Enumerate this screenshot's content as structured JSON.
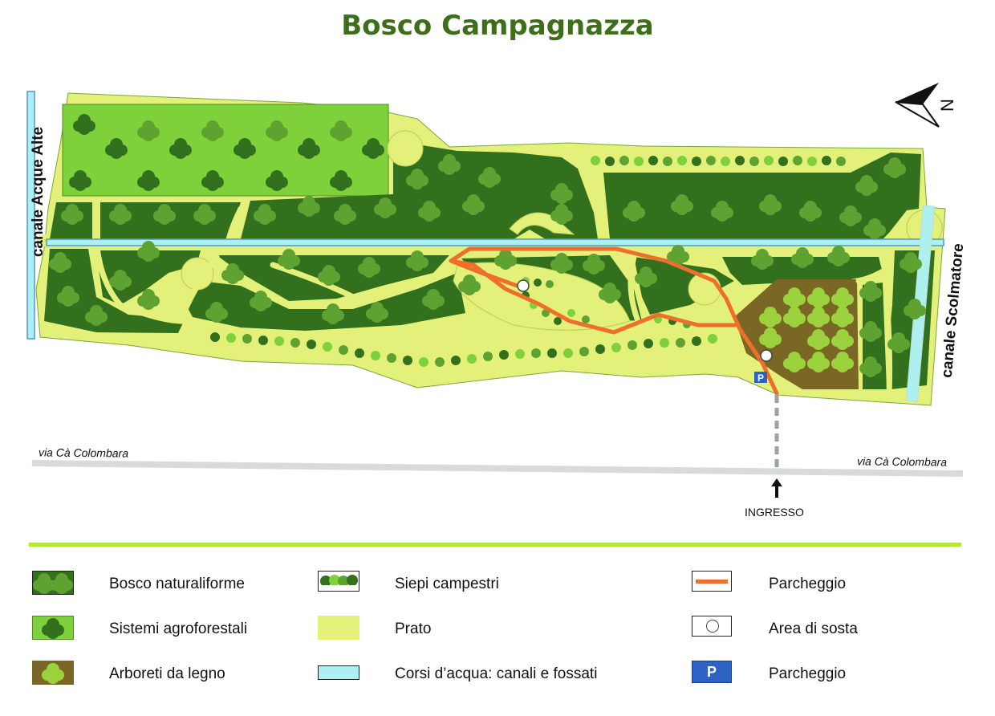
{
  "title": "Bosco Campagnazza",
  "labels": {
    "canal_west": "canale Acque Alte",
    "canal_east": "canale Scolmatore",
    "road_left": "via Cà Colombara",
    "road_right": "via Cà Colombara",
    "entrance": "INGRESSO",
    "north": "N",
    "parking_symbol": "P"
  },
  "colors": {
    "bosco_naturaliforme": "#33701d",
    "sistemi_agroforestali": "#7ed13a",
    "arboreti_da_legno": "#7a6726",
    "prato": "#e3f07a",
    "corsi_acqua": "#aef0f0",
    "percorso": "#ee6f2c",
    "parcheggio": "#2b62c4"
  },
  "legend": [
    {
      "label": "Bosco naturaliforme",
      "symbol": "forest-swatch"
    },
    {
      "label": "Sistemi agroforestali",
      "symbol": "agroforestry-swatch"
    },
    {
      "label": "Arboreti da legno",
      "symbol": "timber-swatch"
    },
    {
      "label": "Siepi campestri",
      "symbol": "hedge-swatch"
    },
    {
      "label": "Prato",
      "symbol": "meadow-swatch"
    },
    {
      "label": "Corsi d’acqua: canali e fossati",
      "symbol": "water-swatch"
    },
    {
      "label": "Parcheggio",
      "symbol": "path-line-swatch"
    },
    {
      "label": "Area di sosta",
      "symbol": "rest-area-swatch"
    },
    {
      "label": "Parcheggio",
      "symbol": "parking-swatch"
    }
  ]
}
